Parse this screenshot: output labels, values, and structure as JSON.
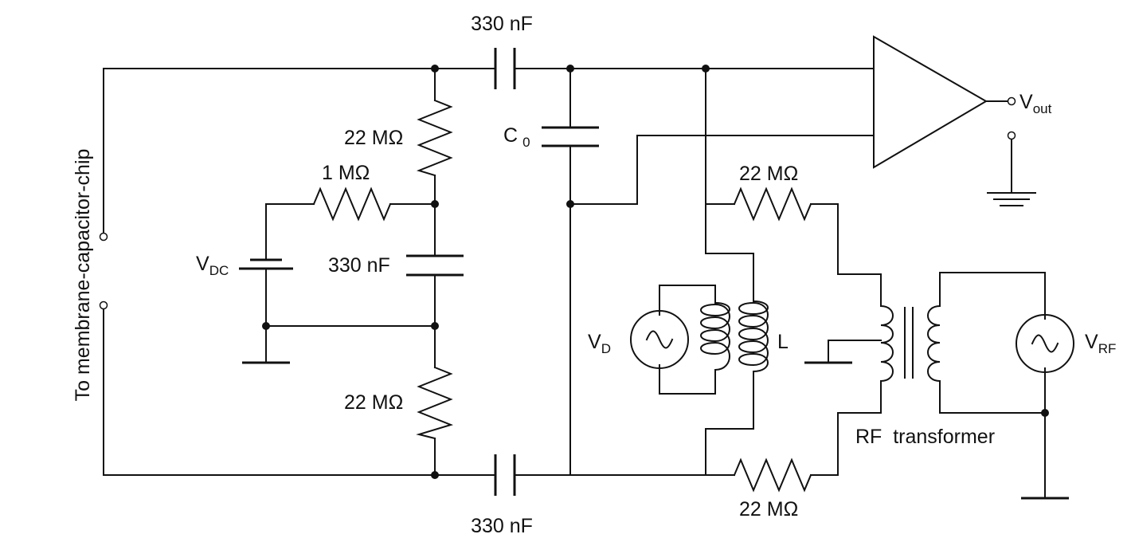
{
  "labels": {
    "cap_top": "330 nF",
    "cap_bottom": "330 nF",
    "cap_mid": "330 nF",
    "c0_main": "C",
    "c0_sub": "0",
    "r_upper": "22 MΩ",
    "r_lower": "22 MΩ",
    "r_bias": "1 MΩ",
    "r_right_top": "22 MΩ",
    "r_right_bottom": "22 MΩ",
    "vdc_main": "V",
    "vdc_sub": "DC",
    "vd_main": "V",
    "vd_sub": "D",
    "inductor": "L",
    "vrf_main": "V",
    "vrf_sub": "RF",
    "vout_main": "V",
    "vout_sub": "out",
    "transformer": "RF  transformer",
    "chip": "To membrane-capacitor-chip"
  }
}
